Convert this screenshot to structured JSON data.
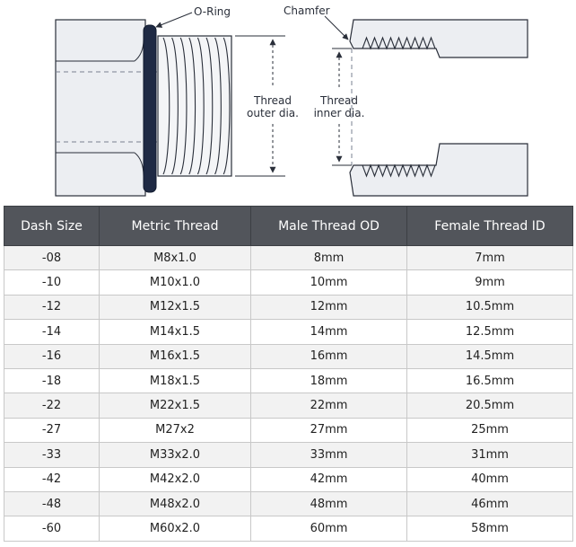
{
  "diagram": {
    "labels": {
      "o_ring": "O-Ring",
      "chamfer": "Chamfer",
      "thread_outer_line1": "Thread",
      "thread_outer_line2": "outer dia.",
      "thread_inner_line1": "Thread",
      "thread_inner_line2": "inner dia."
    }
  },
  "table": {
    "headers": [
      "Dash Size",
      "Metric Thread",
      "Male Thread OD",
      "Female Thread ID"
    ],
    "rows": [
      [
        "-08",
        "M8x1.0",
        "8mm",
        "7mm"
      ],
      [
        "-10",
        "M10x1.0",
        "10mm",
        "9mm"
      ],
      [
        "-12",
        "M12x1.5",
        "12mm",
        "10.5mm"
      ],
      [
        "-14",
        "M14x1.5",
        "14mm",
        "12.5mm"
      ],
      [
        "-16",
        "M16x1.5",
        "16mm",
        "14.5mm"
      ],
      [
        "-18",
        "M18x1.5",
        "18mm",
        "16.5mm"
      ],
      [
        "-22",
        "M22x1.5",
        "22mm",
        "20.5mm"
      ],
      [
        "-27",
        "M27x2",
        "27mm",
        "25mm"
      ],
      [
        "-33",
        "M33x2.0",
        "33mm",
        "31mm"
      ],
      [
        "-42",
        "M42x2.0",
        "42mm",
        "40mm"
      ],
      [
        "-48",
        "M48x2.0",
        "48mm",
        "46mm"
      ],
      [
        "-60",
        "M60x2.0",
        "60mm",
        "58mm"
      ]
    ]
  },
  "colors": {
    "header_bg": "#52555b",
    "header_text": "#ffffff",
    "row_odd": "#f2f2f2",
    "row_even": "#ffffff",
    "o_ring": "#1f2a44",
    "fitting_fill": "#eceef2",
    "outline": "#2a2f3a"
  }
}
